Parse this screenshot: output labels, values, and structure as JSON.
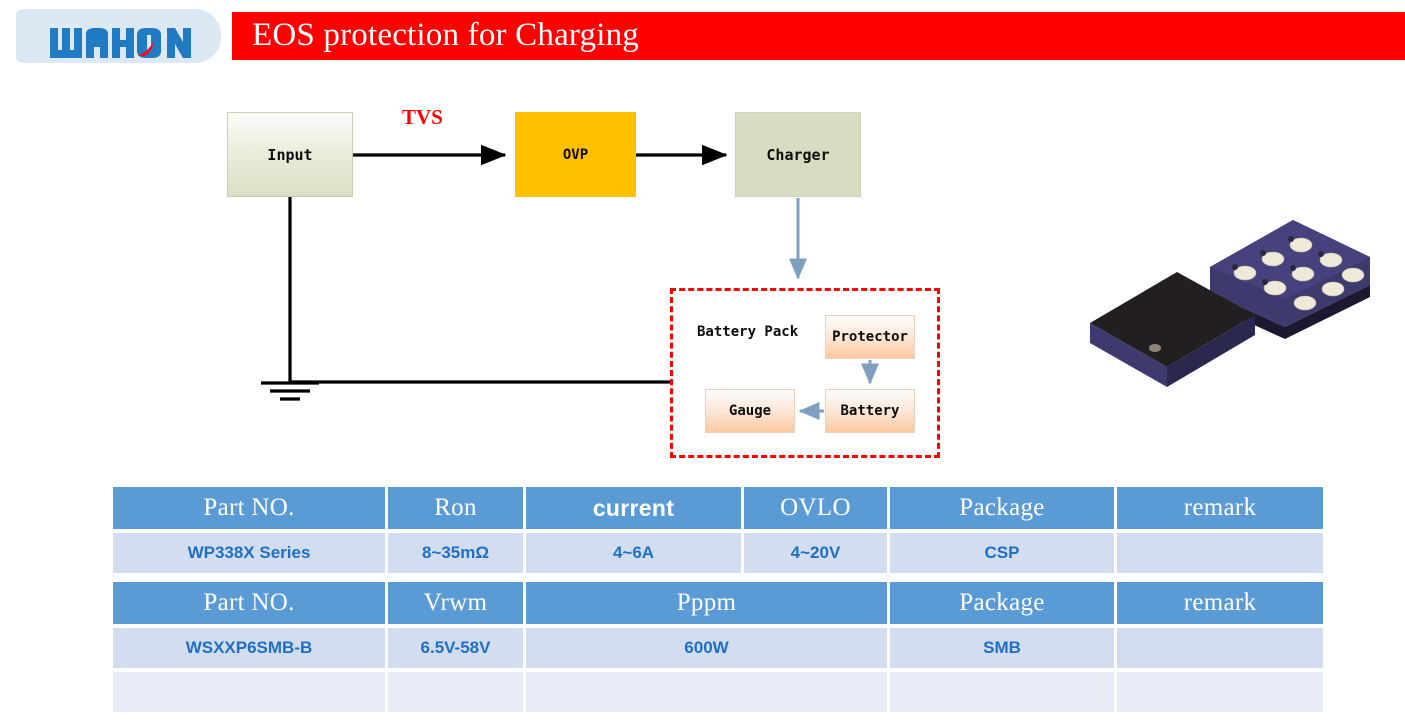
{
  "header": {
    "logo_text": "WAYON",
    "logo_icon": "wayon-logo",
    "title": "EOS protection for Charging",
    "title_bg": "#fe0000",
    "logo_bg": "#dce9f5",
    "logo_color": "#1f7bc4",
    "logo_accent": "#e8112d"
  },
  "diagram": {
    "blocks": {
      "input": "Input",
      "ovp": "OVP",
      "charger": "Charger",
      "protector": "Protector",
      "battery": "Battery",
      "gauge": "Gauge"
    },
    "battery_pack_label": "Battery Pack",
    "tvs_label": "TVS",
    "tvs_color": "#fe0000",
    "ground_icon": "ground-symbol",
    "pack_border_color": "#fe0000",
    "colors": {
      "input": "#d9e0c3",
      "ovp": "#ffc000",
      "charger": "#d7ddc1",
      "peach": "#f9c89f",
      "arrow_black": "#000000",
      "arrow_blue": "#7f9fbf"
    }
  },
  "chips": {
    "icon": "csp-package-photo",
    "body_dark": "#231f20",
    "substrate": "#3d3a6e",
    "bump": "#f0ece0"
  },
  "tables": [
    {
      "id": "ovp-table",
      "headers": [
        "Part NO.",
        "Ron",
        "current",
        "OVLO",
        "Package",
        "remark"
      ],
      "header_styles": [
        "serif",
        "serif",
        "sans-bold",
        "serif",
        "serif",
        "serif"
      ],
      "rows": [
        [
          "WP338X Series",
          "8~35mΩ",
          "4~6A",
          "4~20V",
          "CSP",
          ""
        ]
      ]
    },
    {
      "id": "tvs-table",
      "headers": [
        "Part NO.",
        "Vrwm",
        "Pppm",
        "Package",
        "remark"
      ],
      "header_styles": [
        "serif",
        "serif",
        "serif",
        "serif",
        "serif"
      ],
      "rows": [
        [
          "WSXXP6SMB-B",
          "6.5V-58V",
          "600W",
          "SMB",
          ""
        ],
        [
          "",
          "",
          "",
          "",
          ""
        ]
      ]
    }
  ],
  "style": {
    "header_blue": "#5b9bd5",
    "row_blue": "#d2ddef",
    "row_blank": "#e7ecf7",
    "cell_text": "#1f6fc4"
  }
}
